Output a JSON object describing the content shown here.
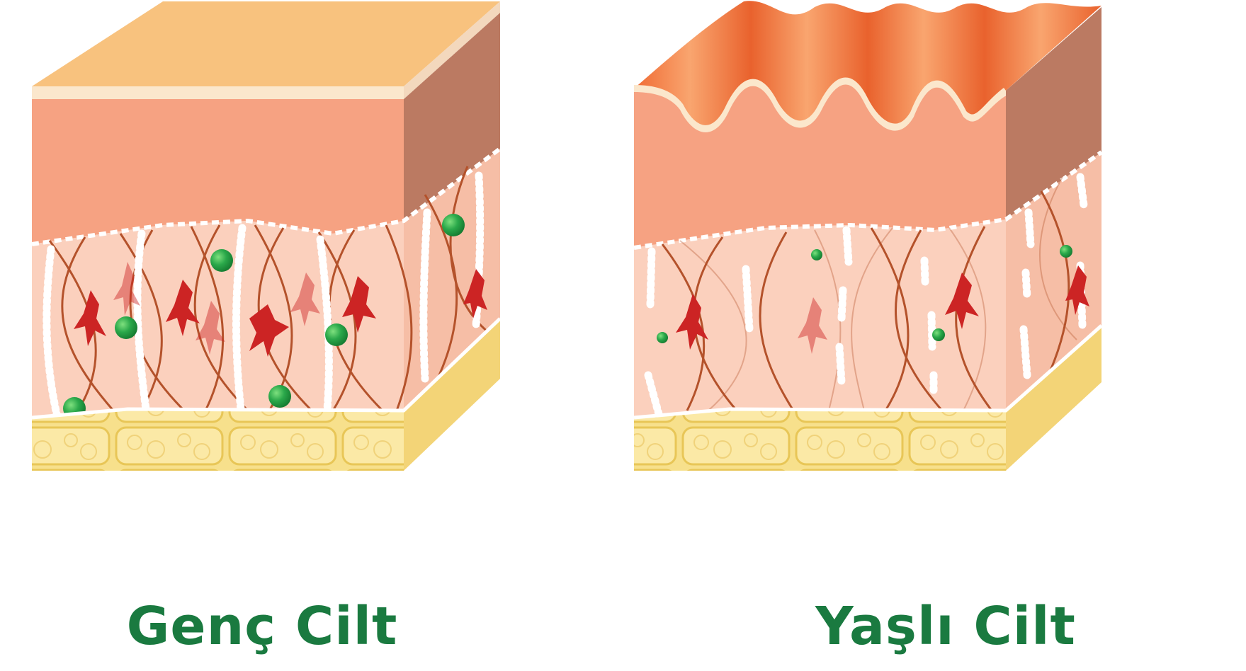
{
  "panels": [
    {
      "id": "young",
      "label": "Genç Cilt"
    },
    {
      "id": "aged",
      "label": "Yaşlı Cilt"
    }
  ],
  "colors": {
    "caption": "#1a7a40",
    "epidermis_top": "#f8c27e",
    "epidermis_front": "#f6a282",
    "epidermis_side": "#bb7a62",
    "dermis": "#fbd0bd",
    "collagen": "#b4522b",
    "fibroblast": "#cc2424",
    "elastin": "#ffffff",
    "hyaluronic": "#2aa84a",
    "fat": "#f7e08c",
    "wrinkle": "#ef7b46"
  }
}
